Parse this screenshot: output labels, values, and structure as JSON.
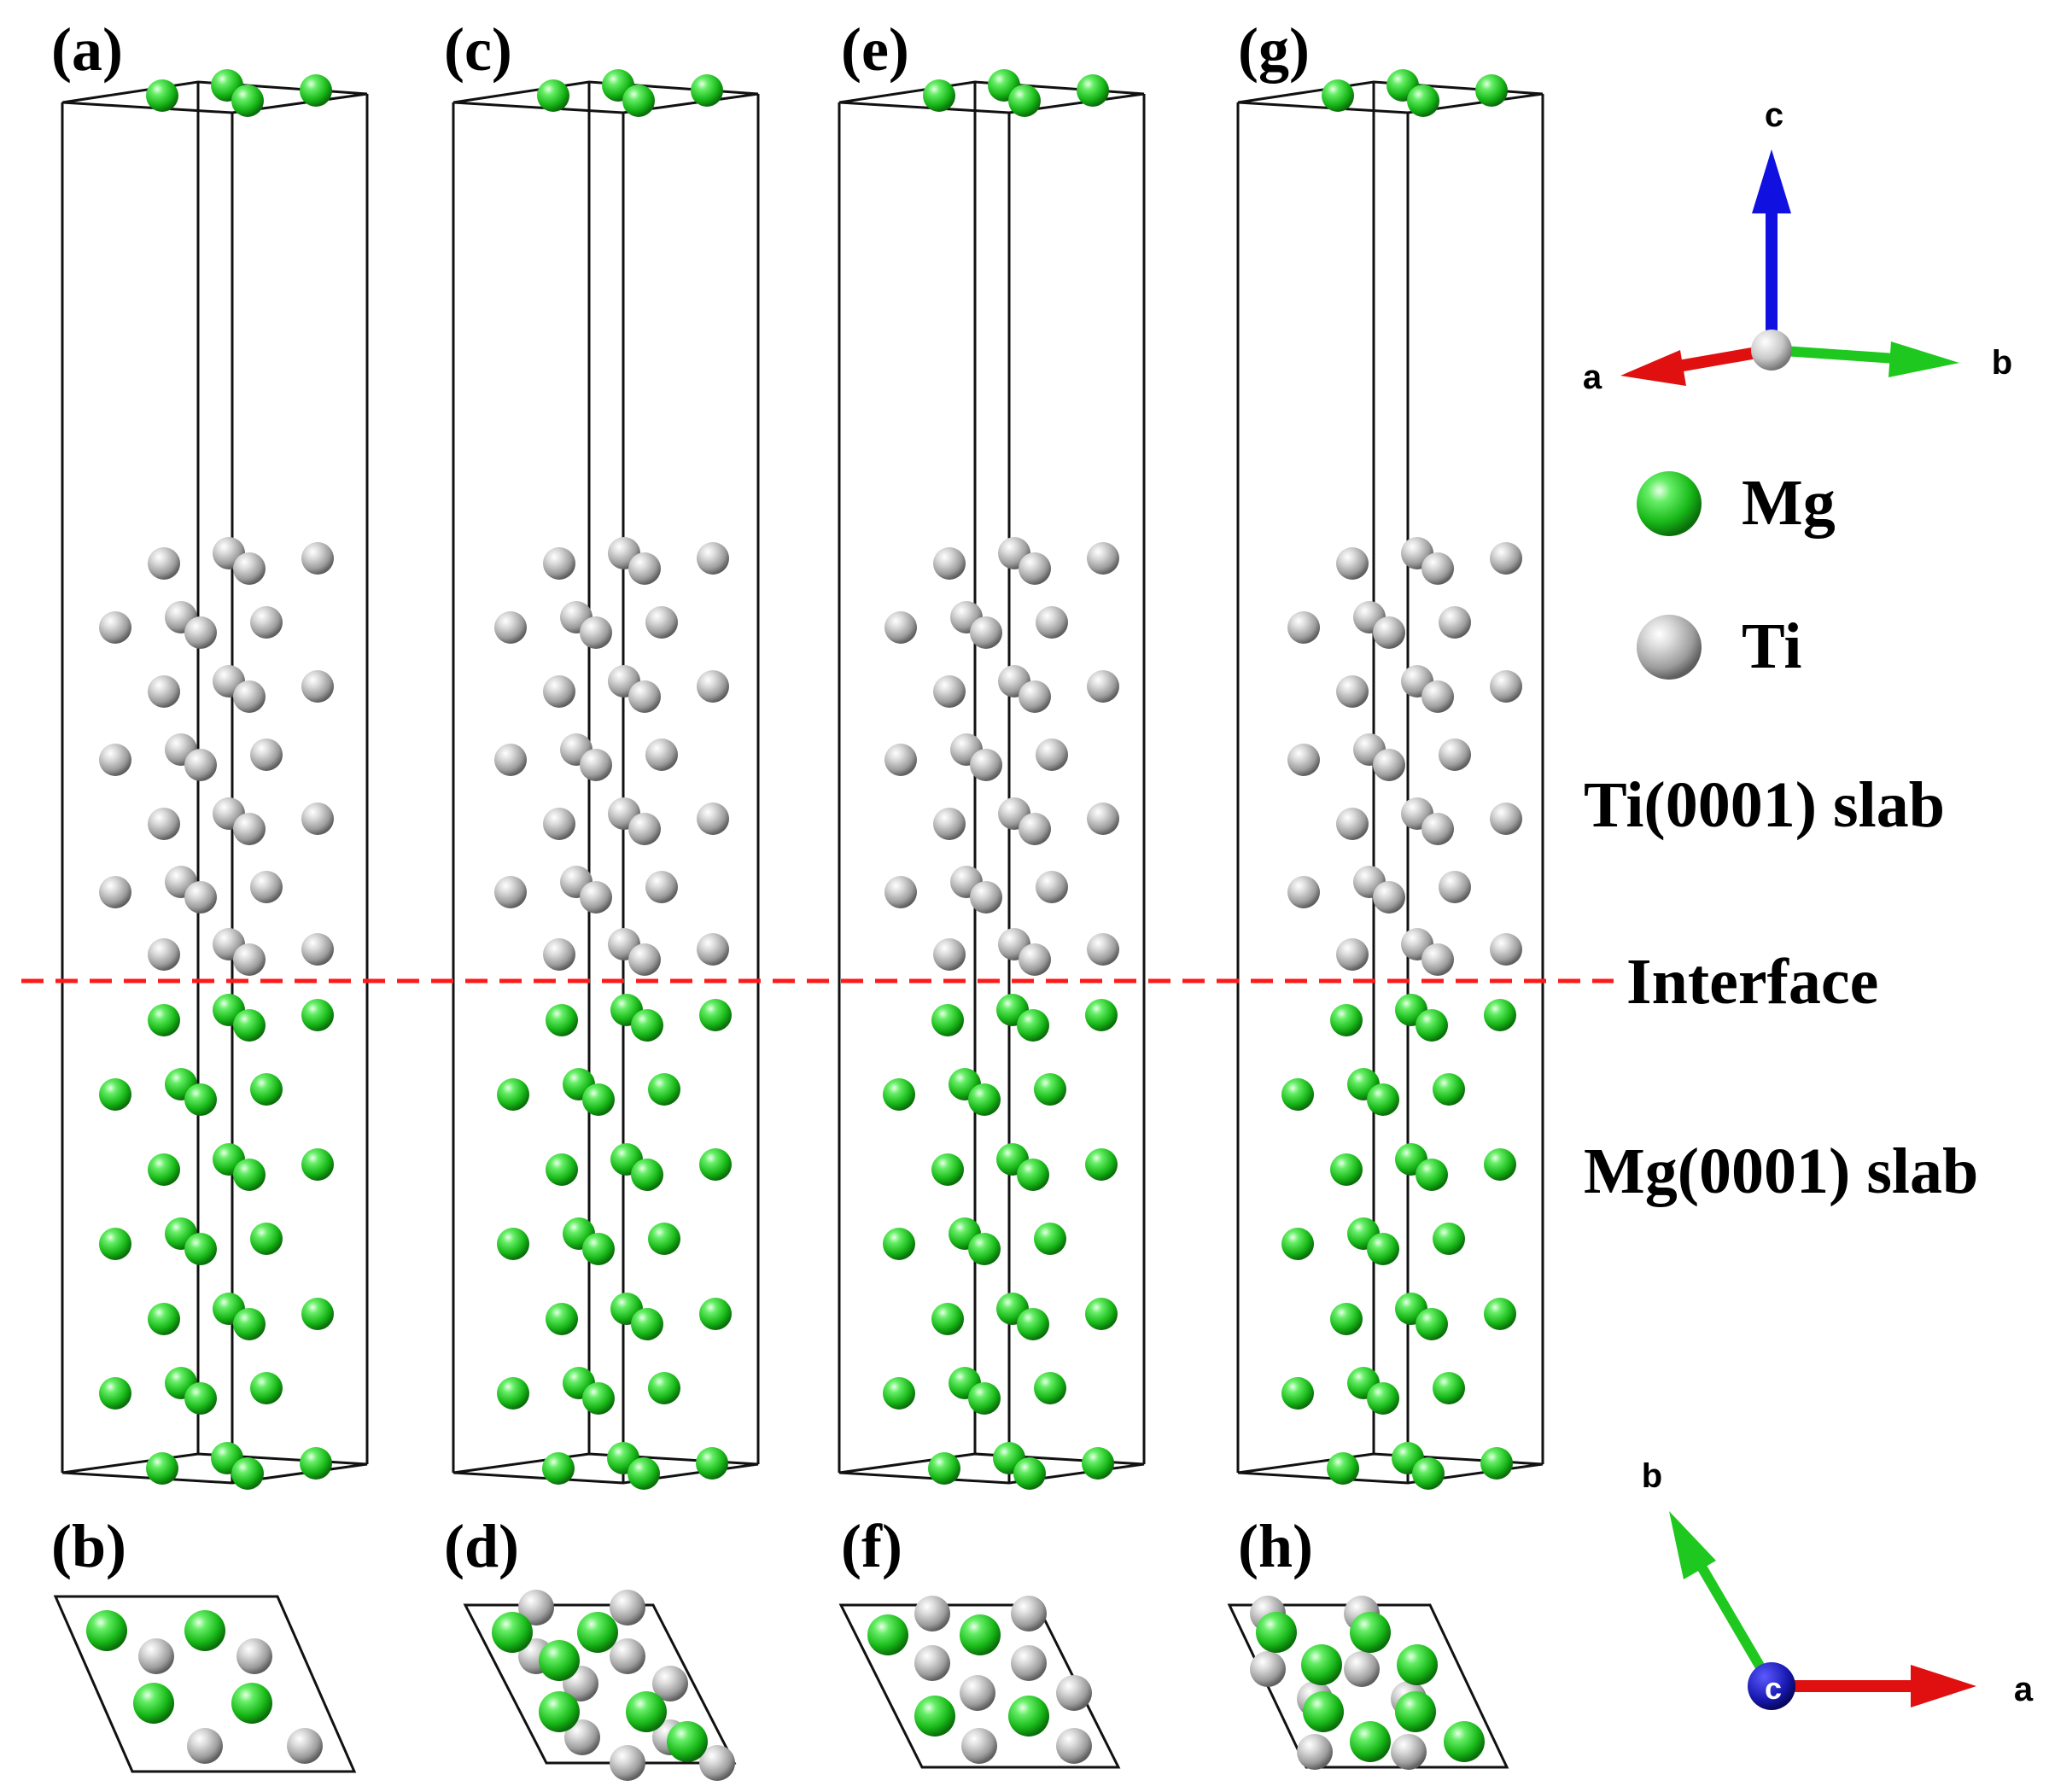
{
  "panels_top": [
    {
      "label": "(a)"
    },
    {
      "label": "(c)"
    },
    {
      "label": "(e)"
    },
    {
      "label": "(g)"
    }
  ],
  "panels_bottom": [
    {
      "label": "(b)"
    },
    {
      "label": "(d)"
    },
    {
      "label": "(f)"
    },
    {
      "label": "(h)"
    }
  ],
  "axes_side": {
    "c": "c",
    "a": "a",
    "b": "b"
  },
  "axes_top": {
    "b": "b",
    "a": "a",
    "c": "c"
  },
  "legend": {
    "mg": {
      "label": "Mg",
      "color": "#22cc22"
    },
    "ti": {
      "label": "Ti",
      "color": "#bdbdbd"
    }
  },
  "annotations": {
    "ti_slab": "Ti(0001) slab",
    "interface": "Interface",
    "mg_slab": "Mg(0001) slab"
  },
  "colors": {
    "interface_line": "#ff1a1a",
    "axis_a": "#e01010",
    "axis_b": "#1ec81e",
    "axis_c": "#1010e0",
    "cell": "#111111"
  }
}
